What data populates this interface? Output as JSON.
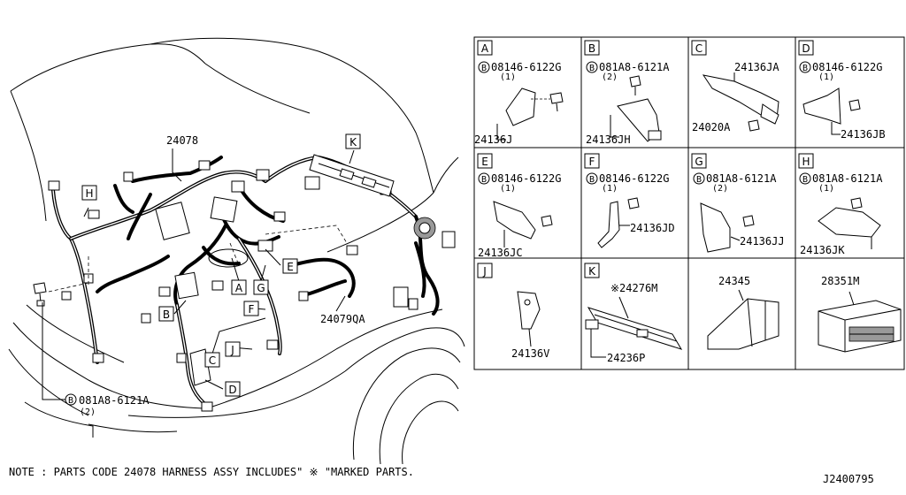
{
  "diagram_id": "J2400795",
  "note": "NOTE : PARTS CODE 24078 HARNESS ASSY INCLUDES\" ※ \"MARKED PARTS.",
  "main_callouts": {
    "harness_main": "24078",
    "harness_engine": "24079QA",
    "bolt_code": "081A8-6121A",
    "bolt_qty": "(2)",
    "bolt_symbol": "B"
  },
  "main_letters": [
    "H",
    "K",
    "E",
    "A",
    "G",
    "B",
    "F",
    "C",
    "J",
    "D"
  ],
  "panels": [
    {
      "letter": "A",
      "bolt_code": "08146-6122G",
      "qty": "(1)",
      "parts": [
        "24136J"
      ]
    },
    {
      "letter": "B",
      "bolt_code": "081A8-6121A",
      "qty": "(2)",
      "parts": [
        "24136JH"
      ]
    },
    {
      "letter": "C",
      "bolt_code": "",
      "qty": "",
      "parts": [
        "24136JA",
        "24020A"
      ]
    },
    {
      "letter": "D",
      "bolt_code": "08146-6122G",
      "qty": "(1)",
      "parts": [
        "24136JB"
      ]
    },
    {
      "letter": "E",
      "bolt_code": "08146-6122G",
      "qty": "(1)",
      "parts": [
        "24136JC"
      ]
    },
    {
      "letter": "F",
      "bolt_code": "08146-6122G",
      "qty": "(1)",
      "parts": [
        "24136JD"
      ]
    },
    {
      "letter": "G",
      "bolt_code": "081A8-6121A",
      "qty": "(2)",
      "parts": [
        "24136JJ"
      ]
    },
    {
      "letter": "H",
      "bolt_code": "081A8-6121A",
      "qty": "(1)",
      "parts": [
        "24136JK"
      ]
    },
    {
      "letter": "J",
      "bolt_code": "",
      "qty": "",
      "parts": [
        "24136V"
      ]
    },
    {
      "letter": "K",
      "bolt_code": "",
      "qty": "",
      "parts": [
        "※24276M",
        "24236P"
      ]
    },
    {
      "letter": "",
      "bolt_code": "",
      "qty": "",
      "parts": [
        "24345"
      ]
    },
    {
      "letter": "",
      "bolt_code": "",
      "qty": "",
      "parts": [
        "28351M"
      ]
    }
  ]
}
